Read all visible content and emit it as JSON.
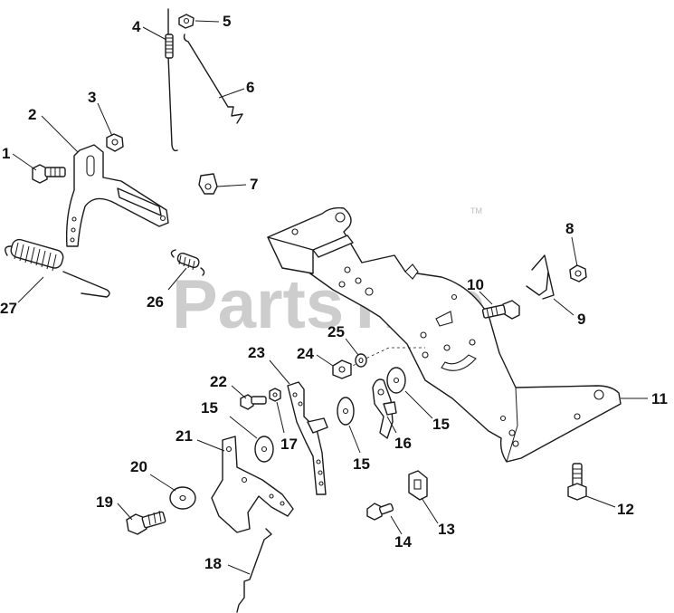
{
  "watermark": {
    "text": "PartsTree",
    "tm": "TM"
  },
  "callouts": [
    {
      "id": "1",
      "label": "1"
    },
    {
      "id": "2",
      "label": "2"
    },
    {
      "id": "3",
      "label": "3"
    },
    {
      "id": "4",
      "label": "4"
    },
    {
      "id": "5",
      "label": "5"
    },
    {
      "id": "6",
      "label": "6"
    },
    {
      "id": "7",
      "label": "7"
    },
    {
      "id": "8",
      "label": "8"
    },
    {
      "id": "9",
      "label": "9"
    },
    {
      "id": "10",
      "label": "10"
    },
    {
      "id": "11",
      "label": "11"
    },
    {
      "id": "12",
      "label": "12"
    },
    {
      "id": "13",
      "label": "13"
    },
    {
      "id": "14",
      "label": "14"
    },
    {
      "id": "15a",
      "label": "15"
    },
    {
      "id": "15b",
      "label": "15"
    },
    {
      "id": "15c",
      "label": "15"
    },
    {
      "id": "16",
      "label": "16"
    },
    {
      "id": "17",
      "label": "17"
    },
    {
      "id": "18",
      "label": "18"
    },
    {
      "id": "19",
      "label": "19"
    },
    {
      "id": "20",
      "label": "20"
    },
    {
      "id": "21",
      "label": "21"
    },
    {
      "id": "22",
      "label": "22"
    },
    {
      "id": "23",
      "label": "23"
    },
    {
      "id": "24",
      "label": "24"
    },
    {
      "id": "25",
      "label": "25"
    },
    {
      "id": "26",
      "label": "26"
    },
    {
      "id": "27",
      "label": "27"
    }
  ]
}
